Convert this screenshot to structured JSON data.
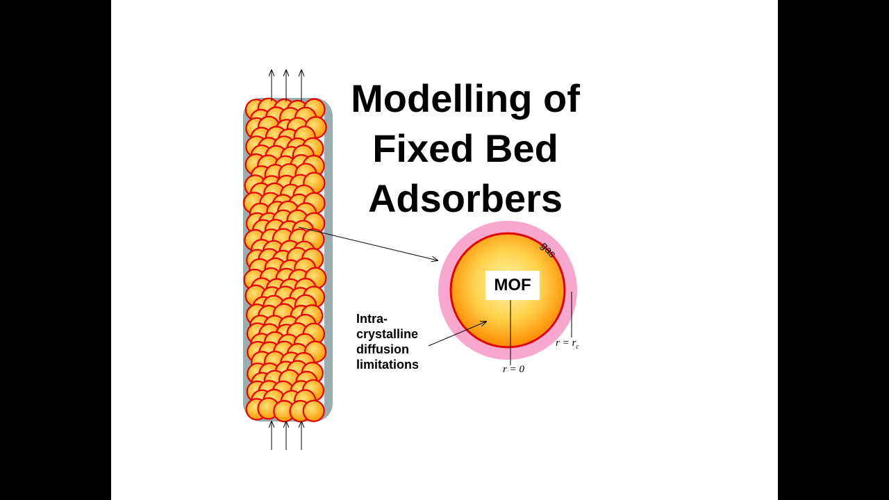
{
  "slide": {
    "title_lines": [
      "Modelling of",
      "Fixed Bed",
      "Adsorbers"
    ],
    "background_color": "#ffffff",
    "frame_color": "#000000"
  },
  "diagram": {
    "column": {
      "tube_color": "#9aaeb0",
      "inner_color": "#e6eef0",
      "particle_fill_center": "#ffe27a",
      "particle_fill_edge": "#ff9a00",
      "particle_stroke": "#e60000"
    },
    "crystal": {
      "label": "MOF",
      "film_label": "gas",
      "film_color": "#f8a8cf",
      "core_center_color": "#fff6b0",
      "core_edge_color": "#ff8a00",
      "boundary_color": "#e00000",
      "center_radius_label": "r = 0",
      "outer_radius_label": "r = r",
      "outer_radius_subscript": "c"
    },
    "annotation": {
      "lines": [
        "Intra-",
        "crystalline",
        "diffusion",
        "limitations"
      ]
    }
  }
}
